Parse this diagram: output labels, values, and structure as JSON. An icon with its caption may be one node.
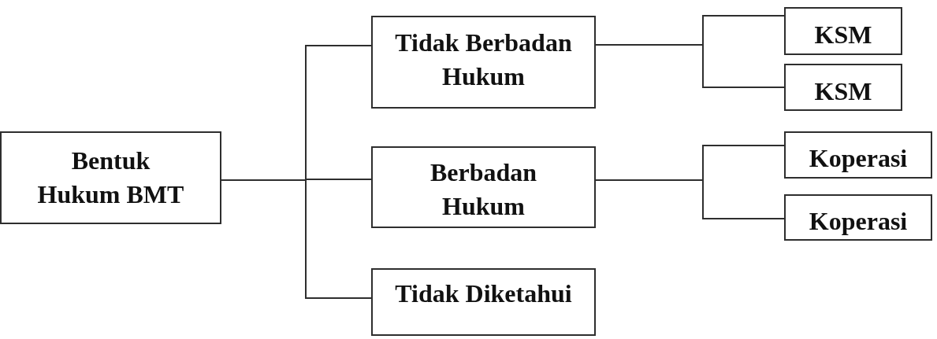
{
  "diagram": {
    "nodes": [
      {
        "text": [
          "Bentuk Hukum BMT"
        ]
      },
      {
        "text": [
          "Tidak Berbadan Hukum"
        ]
      },
      {
        "text": [
          "Berbadan Hukum"
        ]
      },
      {
        "text": [
          "Tidak Diketahui"
        ]
      },
      {
        "text": [
          "KSM"
        ]
      },
      {
        "text": [
          "KSM"
        ]
      },
      {
        "text": [
          "Koperasi"
        ]
      },
      {
        "text": [
          "Koperasi"
        ]
      }
    ],
    "edges": [
      {
        "from": 0,
        "to": 1,
        "arrow": "none"
      },
      {
        "from": 0,
        "to": 2,
        "arrow": "none"
      },
      {
        "from": 0,
        "to": 3,
        "arrow": "none"
      },
      {
        "from": 1,
        "to": 4,
        "arrow": "none"
      },
      {
        "from": 1,
        "to": 5,
        "arrow": "none"
      },
      {
        "from": 2,
        "to": 6,
        "arrow": "none"
      },
      {
        "from": 2,
        "to": 7,
        "arrow": "none"
      }
    ]
  }
}
